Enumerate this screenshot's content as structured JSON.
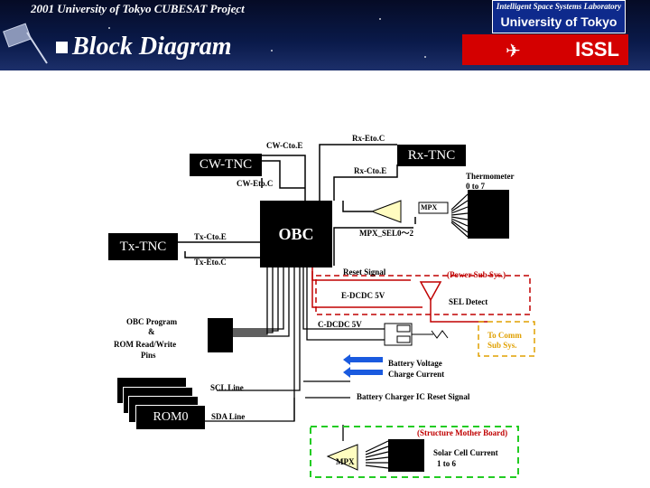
{
  "header": {
    "title": "2001 University of Tokyo CUBESAT Project",
    "lab_name": "Intelligent Space Systems Laboratory",
    "university": "University of Tokyo",
    "block_title": "Block Diagram",
    "issl": "ISSL"
  },
  "diagram": {
    "cw_tnc": "CW-TNC",
    "rx_tnc": "Rx-TNC",
    "tx_tnc": "Tx-TNC",
    "obc": "OBC",
    "rom": "ROM0",
    "mpx_top": "MPX",
    "mpx_bottom": "MPX",
    "labels": {
      "cw_ctoe": "CW-Cto.E",
      "rx_etoc": "Rx-Eto.C",
      "rx_ctoe": "Rx-Cto.E",
      "cw_etoc": "CW-Eto.C",
      "tx_ctoe": "Tx-Cto.E",
      "tx_etoc": "Tx-Eto.C",
      "thermometer": "Thermometer",
      "thermo_range": "0 to 7",
      "mpx_sel": "MPX_SEL0～2",
      "reset_signal": "Reset Signal",
      "power_sub": "(Power Sub Sys.)",
      "edcdc": "E-DCDC 5V",
      "sel_detect": "SEL Detect",
      "cdcdc": "C-DCDC 5V",
      "obc_program_1": "OBC Program",
      "obc_program_2": "&",
      "obc_program_3": "ROM Read/Write",
      "obc_program_4": "Pins",
      "to_comm_1": "To Comm",
      "to_comm_2": "Sub Sys.",
      "battery_voltage": "Battery Voltage",
      "charge_current": "Charge Current",
      "scl": "SCL Line",
      "charger_reset": "Battery Charger IC Reset Signal",
      "sda": "SDA Line",
      "structure": "(Structure Mother Board)",
      "solar_1": "Solar Cell Current",
      "solar_2": "1 to 6"
    }
  },
  "colors": {
    "power": "#c00000",
    "comm": "#e0a000",
    "structure": "#22cc22",
    "arrow_blue": "#1a5adf",
    "mpx_fill": "#fffcc0"
  }
}
